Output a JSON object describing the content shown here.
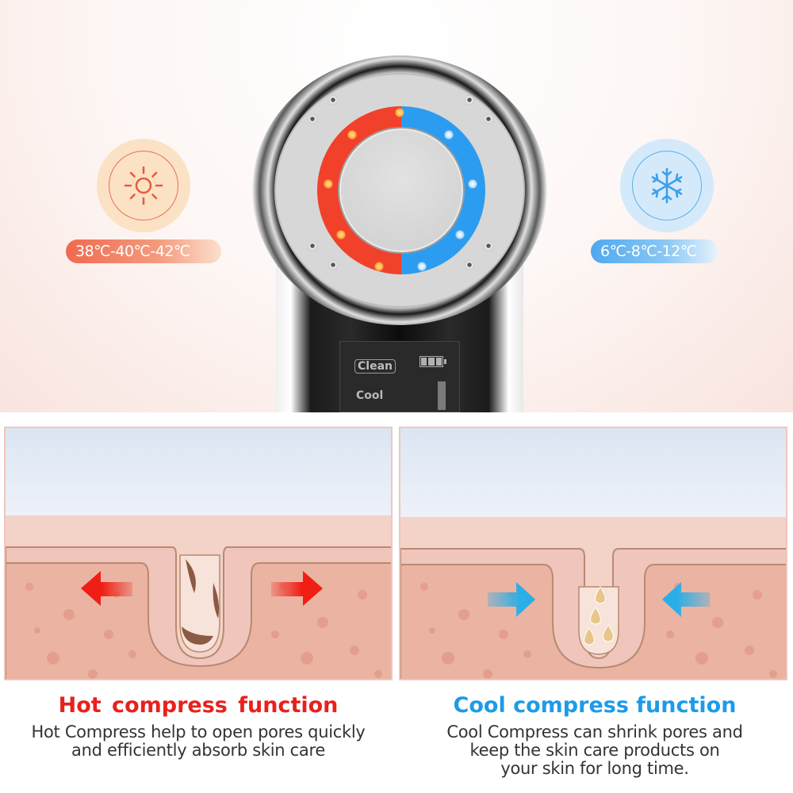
{
  "hot": {
    "icon": "sun-icon",
    "temperature_range": "38℃-40℃-42℃",
    "title": "Hot  compress function",
    "description_lines": [
      "Hot Compress help to open pores quickly",
      "and efficiently absorb skin care"
    ],
    "accent_color": "#e8211c",
    "arrow_color": "#f01e14"
  },
  "cold": {
    "icon": "snowflake-icon",
    "temperature_range": "6℃-8℃-12℃",
    "title": "Cool compress function",
    "description_lines": [
      "Cool Compress can shrink pores and",
      "keep the skin care products on",
      "your skin for long time."
    ],
    "accent_color": "#1d9be8",
    "arrow_color": "#29aee8"
  },
  "device": {
    "screen_labels": {
      "clean": "Clean",
      "cool": "Cool"
    },
    "battery_bars": 3,
    "ring_colors": {
      "hot": "#f2412a",
      "cold": "#2c9cf0"
    }
  }
}
